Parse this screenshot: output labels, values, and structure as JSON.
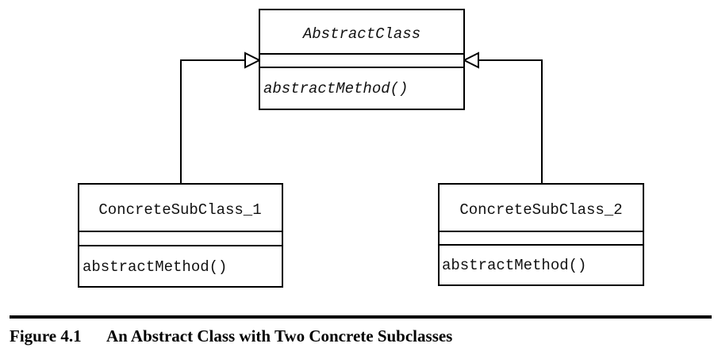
{
  "classes": {
    "abstract": {
      "name": "AbstractClass",
      "method": "abstractMethod()"
    },
    "concrete_1": {
      "name": "ConcreteSubClass_1",
      "method": "abstractMethod()"
    },
    "concrete_2": {
      "name": "ConcreteSubClass_2",
      "method": "abstractMethod()"
    }
  },
  "caption": {
    "figure_number": "Figure 4.1",
    "title": "An Abstract Class with Two Concrete Subclasses"
  }
}
